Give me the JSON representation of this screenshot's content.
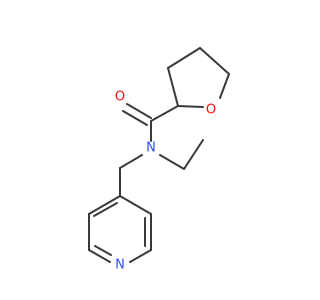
{
  "molecule": {
    "atoms": {
      "carbonyl_oxygen": {
        "label": "O",
        "color": "#ff0d0d"
      },
      "amide_nitrogen": {
        "label": "N",
        "color": "#3050f8"
      },
      "ring_oxygen": {
        "label": "O",
        "color": "#ff0d0d"
      },
      "pyridine_nitrogen": {
        "label": "N",
        "color": "#3050f8"
      }
    },
    "bond_color": "#3a3a3a"
  }
}
